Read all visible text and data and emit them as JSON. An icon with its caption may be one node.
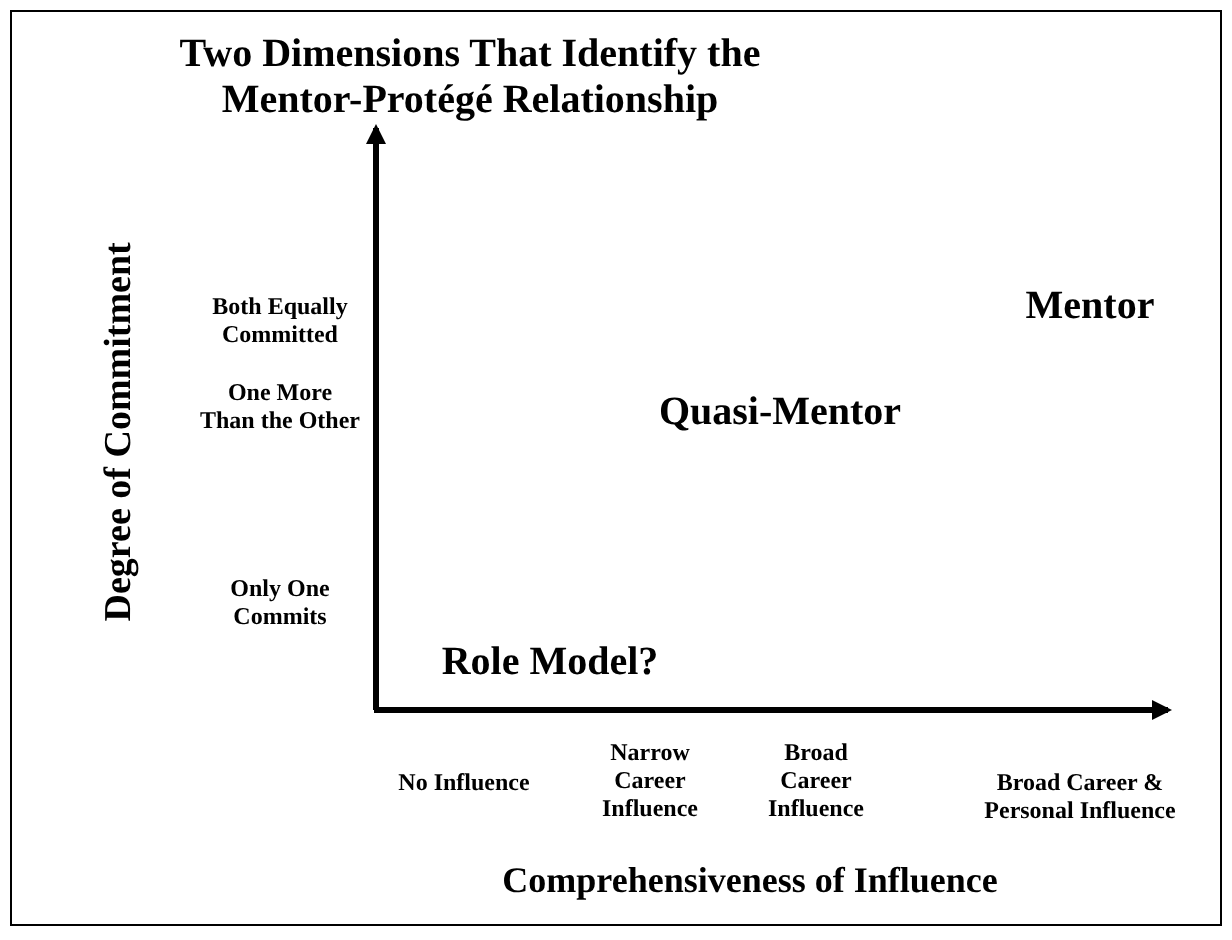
{
  "diagram": {
    "title": "Two Dimensions That Identify the Mentor-Protégé Relationship",
    "labels": [
      "Degree of Commitment",
      "Both Equally Committed",
      "Mentor",
      "One More Than the Other",
      "Quasi-Mentor",
      "Only One Commits",
      "Role Model?",
      "No Influence",
      "Narrow Career Influence",
      "Broad Career Influence",
      "Broad Career & Personal Influence",
      "Comprehensiveness of Influence"
    ]
  }
}
